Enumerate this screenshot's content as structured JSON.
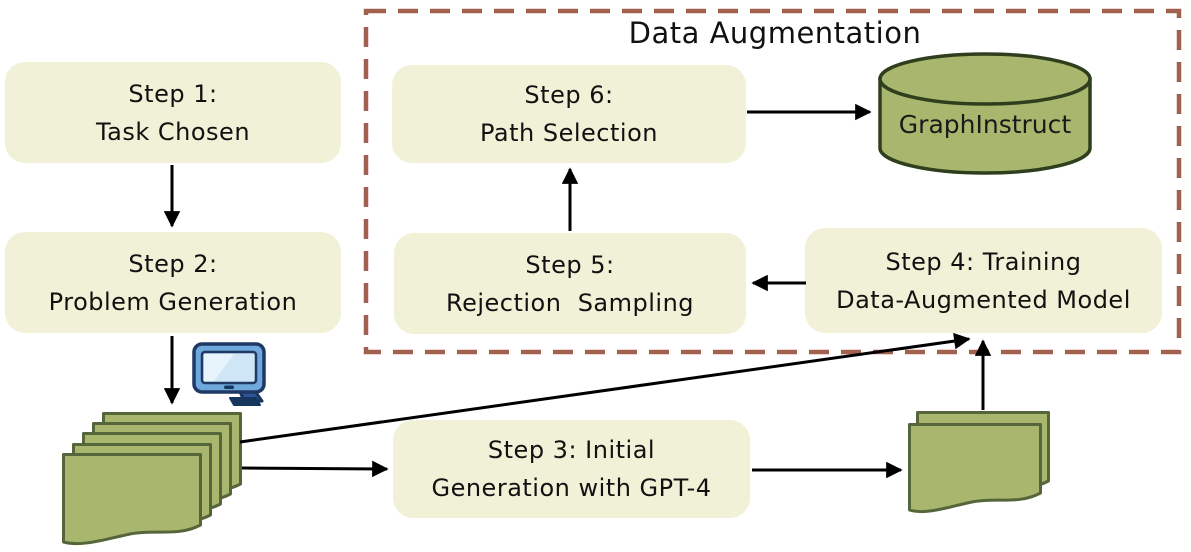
{
  "title": "Data Augmentation",
  "steps": {
    "step1": {
      "line1": "Step 1:",
      "line2": "Task Chosen"
    },
    "step2": {
      "line1": "Step 2:",
      "line2": "Problem Generation"
    },
    "step3": {
      "line1": "Step 3: Initial",
      "line2": "Generation with GPT-4"
    },
    "step4": {
      "line1": "Step 4: Training",
      "line2": "Data-Augmented Model"
    },
    "step5": {
      "line1": "Step 5:",
      "line2": "Rejection  Sampling"
    },
    "step6": {
      "line1": "Step 6:",
      "line2": "Path Selection"
    }
  },
  "database": {
    "label": "GraphInstruct"
  },
  "icons": {
    "monitor": "computer-monitor-icon",
    "documents_left": "document-stack-icon",
    "documents_right": "document-pair-icon",
    "database": "database-cylinder-icon"
  },
  "colors": {
    "box_fill": "#f1f1d7",
    "dashed_border": "#a2604e",
    "document_fill": "#a9b76e",
    "document_stroke": "#55663a",
    "cylinder_fill": "#a9b76e",
    "cylinder_stroke": "#2f3e1d",
    "arrow": "#000000",
    "monitor_frame": "#6fa8dc",
    "monitor_screen": "#cfe6f7",
    "monitor_outline": "#1f3864",
    "text": "#111111"
  }
}
